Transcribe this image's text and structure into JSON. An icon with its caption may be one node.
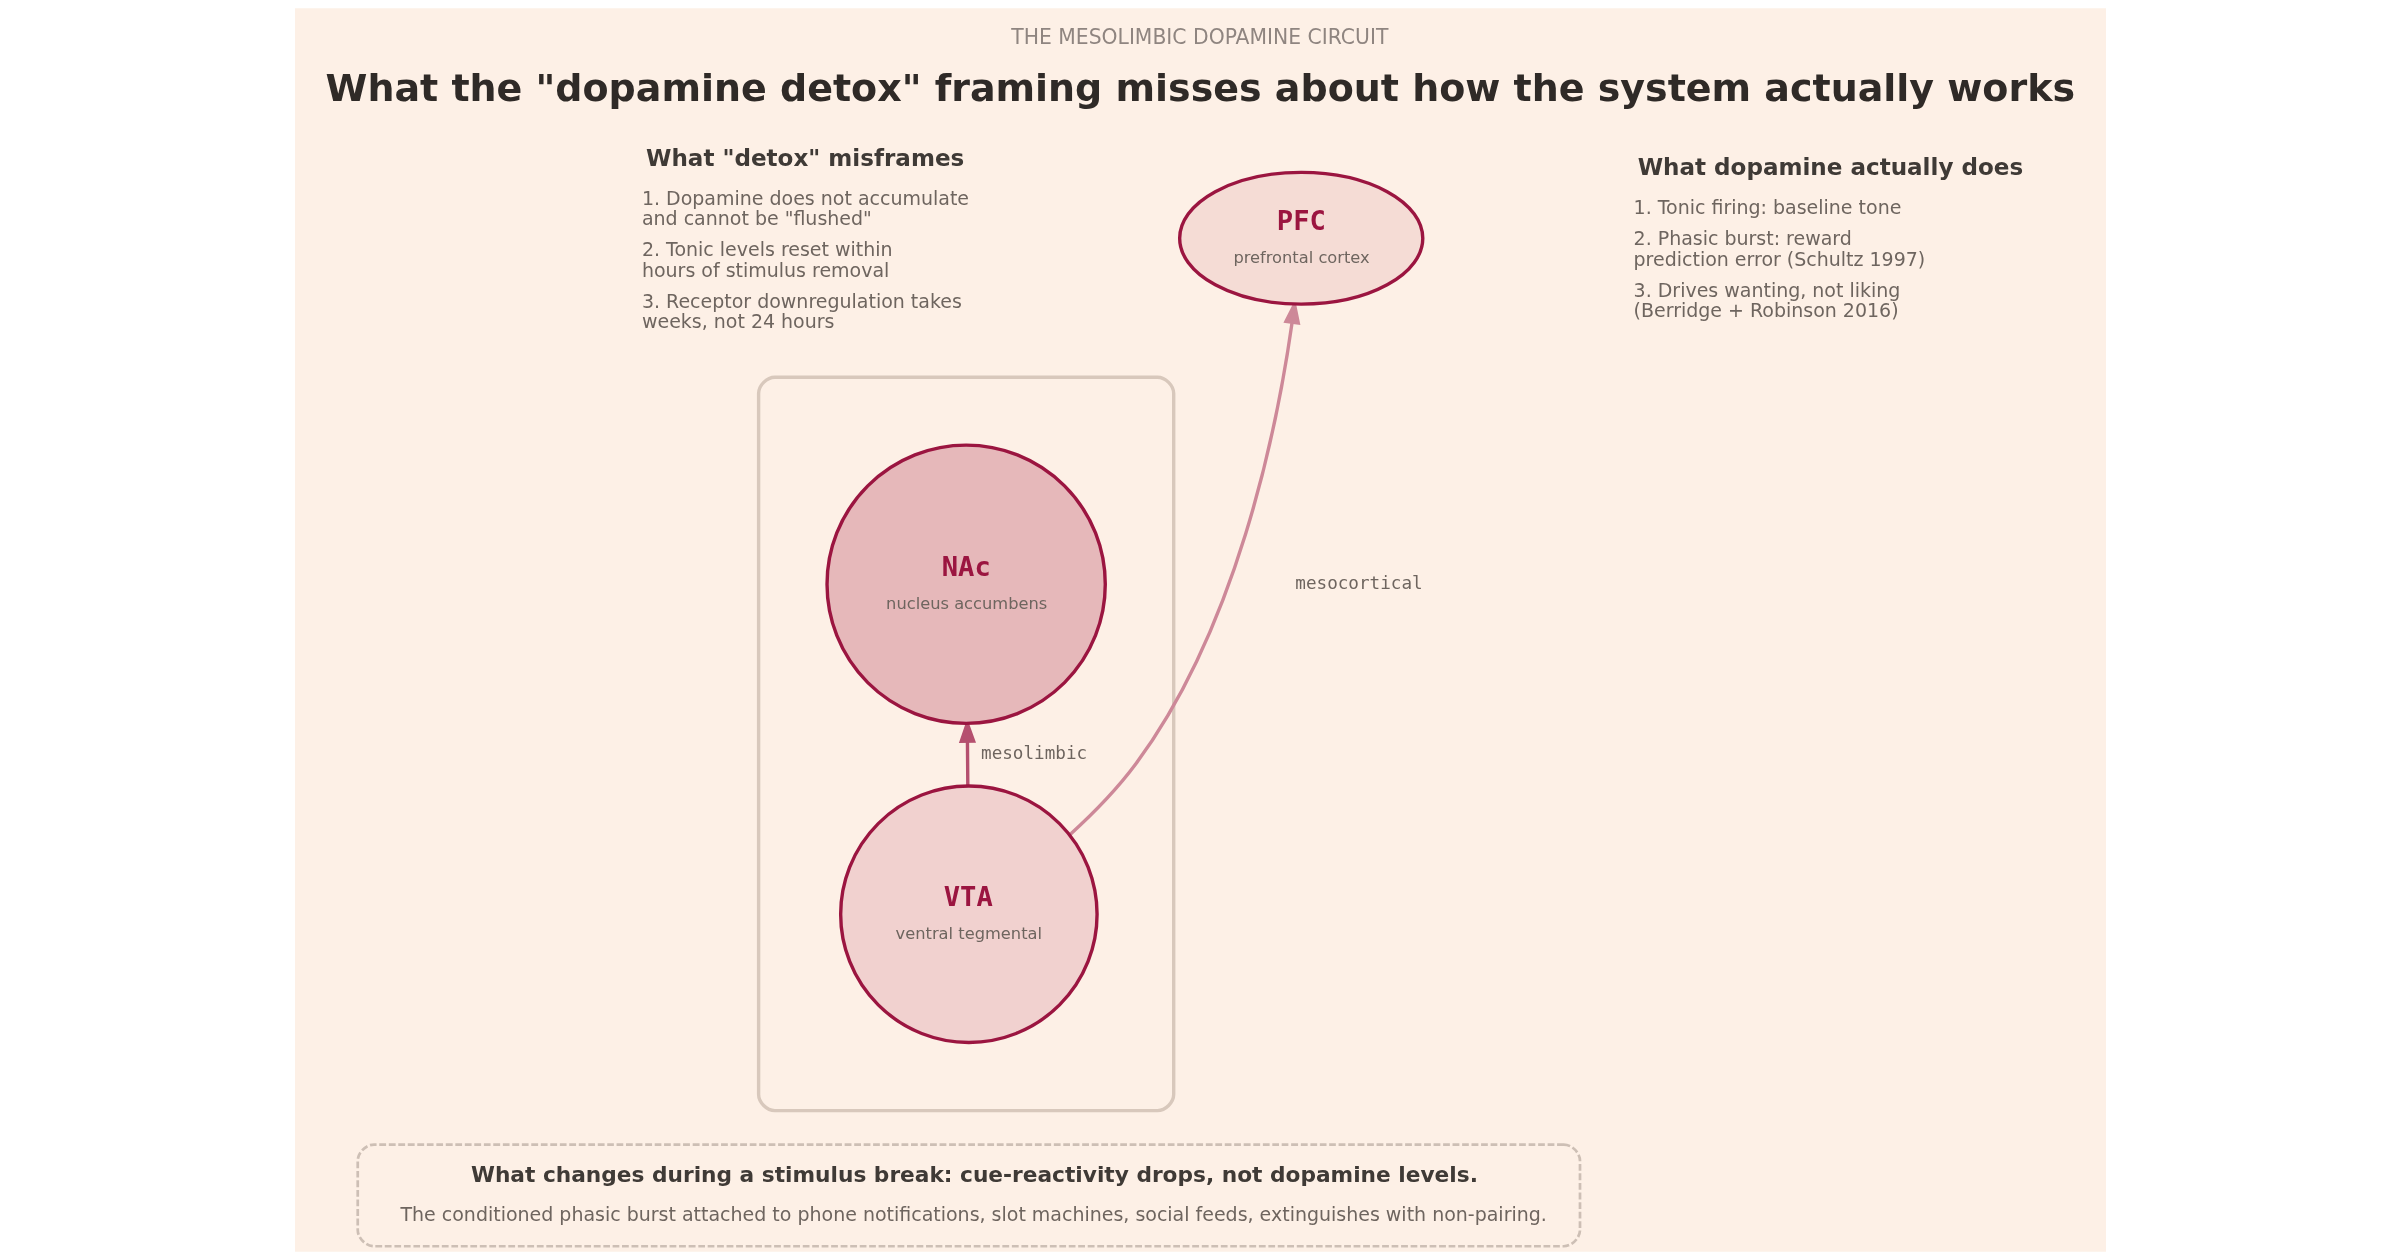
{
  "diagram": {
    "title": "What the \"dopamine detox\" framing misses about how the system actually works",
    "nodes": [
      {
        "text": [],
        "shape": "outline"
      },
      {
        "text": [
          "PFC",
          "prefrontal cortex"
        ]
      },
      {
        "text": [
          "NAc",
          "nucleus accumbens"
        ],
        "in": 0
      },
      {
        "text": [
          "VTA",
          "ventral tegmental"
        ],
        "in": 0
      },
      {
        "text": [
          "What changes during a stimulus break: cue-reactivity drops, not dopamine levels.",
          "The conditioned phasic burst attached to phone notifications, slot machines, social feeds, extinguishes with non-pairing."
        ]
      }
    ],
    "edges": [
      {
        "from": 3,
        "to": 1,
        "arrow": "to",
        "label": "mesocortical",
        "color": "#cd8898"
      },
      {
        "from": 3,
        "to": 2,
        "arrow": "to",
        "label": "mesolimbic",
        "color": "#b5506f"
      }
    ],
    "labels": [
      "THE MESOLIMBIC DOPAMINE CIRCUIT",
      "What \"detox\" misframes",
      "1. Dopamine does not accumulate and cannot be \"flushed\"",
      "2. Tonic levels reset within hours of stimulus removal",
      "3. Receptor downregulation takes weeks, not 24 hours",
      "What dopamine actually does",
      "1. Tonic firing: baseline tone",
      "2. Phasic burst: reward prediction error (Schultz 1997)",
      "3. Drives wanting, not liking (Berridge + Robinson 2016)"
    ]
  }
}
